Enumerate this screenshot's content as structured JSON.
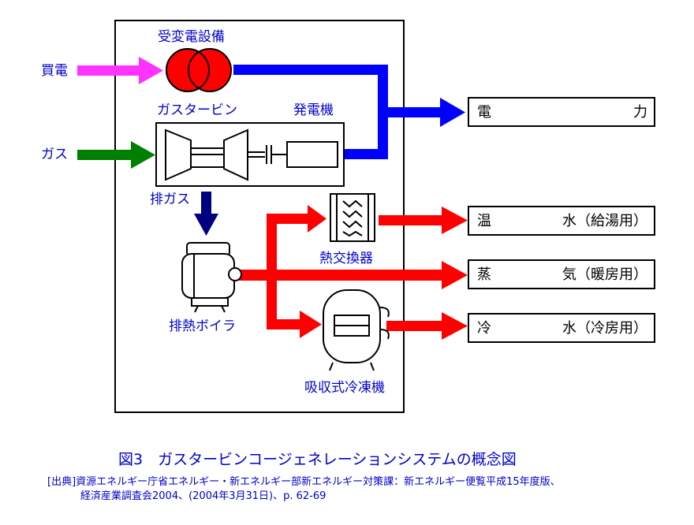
{
  "labels": {
    "substation": "受変電設備",
    "buy_power": "買電",
    "gas_in": "ガス",
    "gas_turbine": "ガスタービン",
    "generator": "発電機",
    "exhaust": "排ガス",
    "heat_exchanger": "熱交換器",
    "boiler": "排熱ボイラ",
    "chiller": "吸収式冷凍機"
  },
  "outputs": {
    "power": {
      "left": "電",
      "right": "力"
    },
    "hot_water": {
      "left": "温",
      "right": "水（給湯用）"
    },
    "steam": {
      "left": "蒸",
      "right": "気（暖房用）"
    },
    "cold_water": {
      "left": "冷",
      "right": "水（冷房用）"
    }
  },
  "caption": {
    "title": "図3　ガスタービンコージェネレーションシステムの概念図",
    "source_line1": "[出典]資源エネルギー庁省エネルギー・新エネルギー部新エネルギー対策課：新エネルギー便覧平成15年度版、",
    "source_line2": "経済産業調査会2004、(2004年3月31日)、p. 62-69"
  },
  "colors": {
    "electricity": "#0000ff",
    "heat": "#ff0000",
    "gas": "#008000",
    "purchase": "#ff33ff",
    "exhaust": "#000080",
    "label_text": "#0000cc"
  }
}
